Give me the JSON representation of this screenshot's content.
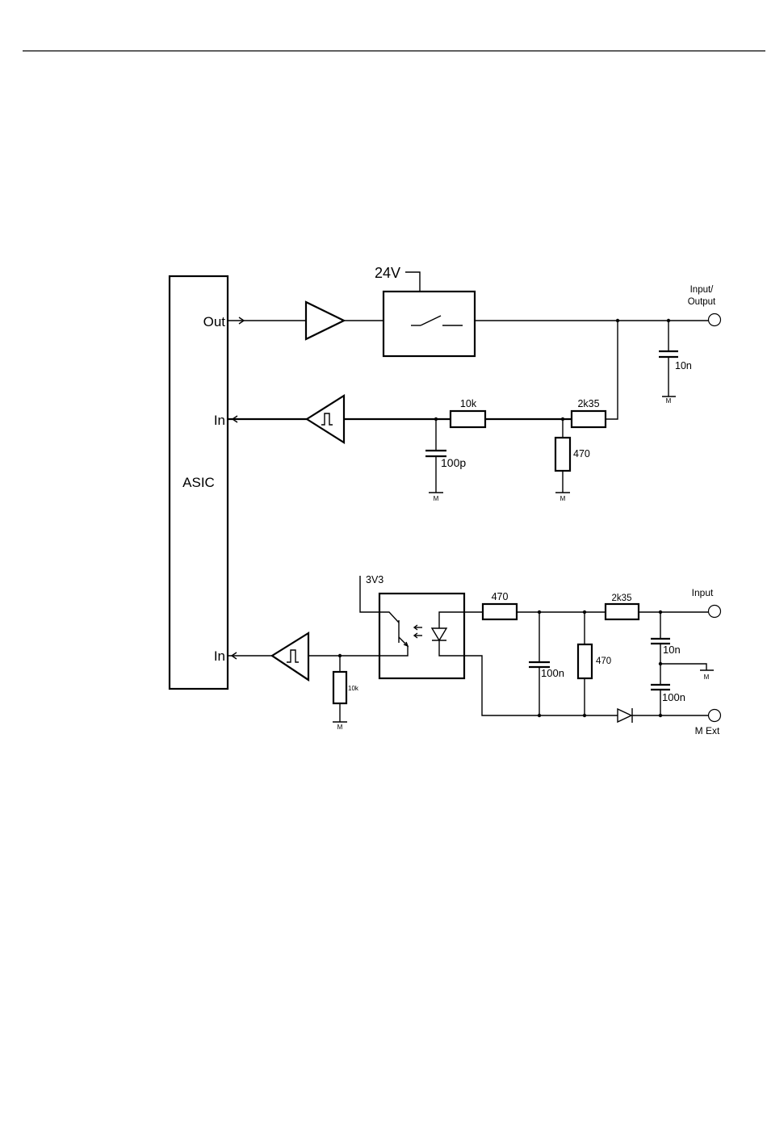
{
  "diagram": {
    "asic_label": "ASIC",
    "out_label": "Out",
    "in_label_1": "In",
    "in_label_2": "In",
    "supply_24v": "24V",
    "io_label_line1": "Input/",
    "io_label_line2": "Output",
    "cap_10n_top": "10n",
    "res_10k": "10k",
    "res_2k35_top": "2k35",
    "cap_100p": "100p",
    "res_470_mid": "470",
    "ground_m_1": "M",
    "ground_m_2": "M",
    "ground_m_3": "M",
    "supply_3v3": "3V3",
    "res_470_opto": "470",
    "res_2k35_bottom": "2k35",
    "input_label": "Input",
    "cap_10n_bottom": "10n",
    "ground_m_4": "M",
    "cap_100n_left": "100n",
    "res_470_shunt": "470",
    "cap_100n_right": "100n",
    "res_10k_small": "10k",
    "ground_m_5": "M",
    "m_ext_label": "M Ext"
  }
}
